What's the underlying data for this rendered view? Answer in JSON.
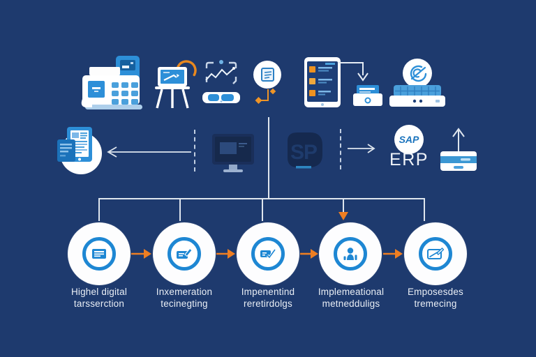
{
  "colors": {
    "background": "#1e3a6e",
    "icon_blue": "#2d8fd8",
    "icon_blue_light": "#4aa0dc",
    "ring_blue": "#1e87d3",
    "orange": "#ee7e22",
    "orange_accent": "#ef9426",
    "connector_line": "#dfe6ee",
    "label_text": "#e9eef5",
    "dark_panel": "#16294c",
    "sap_text_blue": "#1b74bd"
  },
  "top_row": {
    "icons": [
      {
        "name": "printer-workstation-icon"
      },
      {
        "name": "easel-presentation-icon"
      },
      {
        "name": "scan-chart-tablet-icon"
      },
      {
        "name": "document-badge-icon"
      },
      {
        "name": "task-list-tablet-icon"
      },
      {
        "name": "mini-printer-icon"
      },
      {
        "name": "swirl-logo-badge"
      },
      {
        "name": "server-icon"
      }
    ]
  },
  "middle_row": {
    "sap_badge_text": "SAP",
    "erp_label": "ERP",
    "ghost_logo_text": "SP"
  },
  "process": {
    "steps": [
      {
        "icon": "document-icon",
        "line1": "Highel digital",
        "line2": "tarsserction"
      },
      {
        "icon": "card-pencil-icon",
        "line1": "Inxemeration",
        "line2": "tecinegting"
      },
      {
        "icon": "card-check-icon",
        "line1": "Impenentind",
        "line2": "reretirdolgs"
      },
      {
        "icon": "person-chart-icon",
        "line1": "Implemeational",
        "line2": "metnedduligs"
      },
      {
        "icon": "envelope-pencil-icon",
        "line1": "Emposesdes",
        "line2": "tremecing"
      }
    ]
  }
}
